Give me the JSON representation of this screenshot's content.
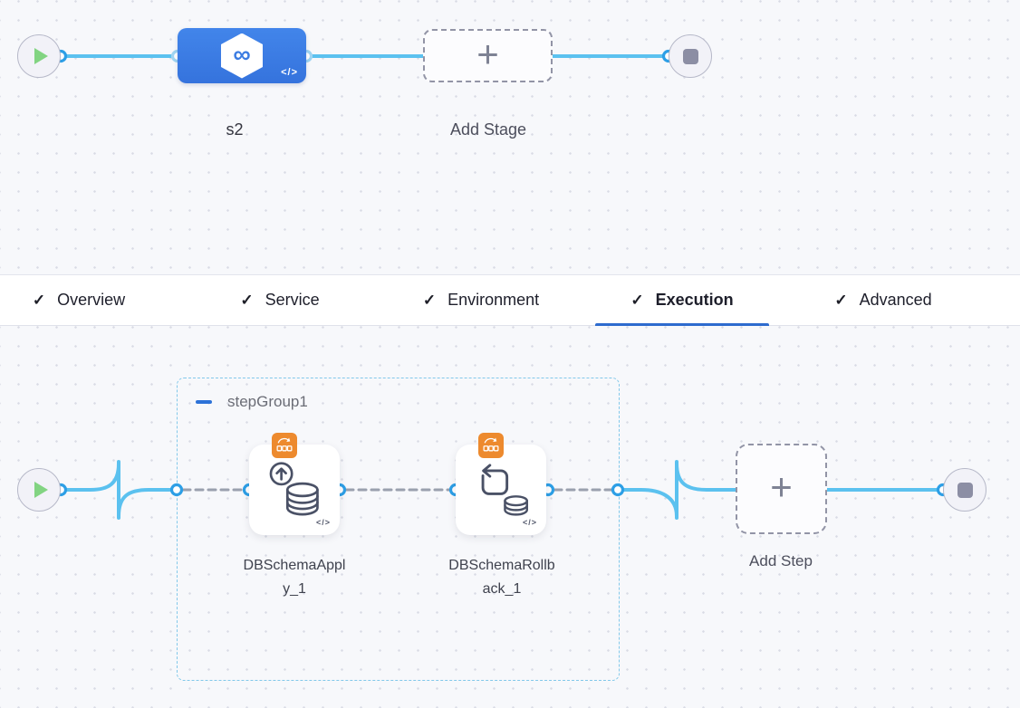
{
  "stage_pipeline": {
    "start_node": "pipeline start",
    "end_node": "pipeline end",
    "stage": {
      "name": "s2",
      "icon": "cd-hexagon-infinity",
      "code_badge": "</>"
    },
    "add_stage": {
      "label": "Add Stage"
    }
  },
  "tabs": [
    {
      "label": "Overview",
      "checked": true,
      "active": false
    },
    {
      "label": "Service",
      "checked": true,
      "active": false
    },
    {
      "label": "Environment",
      "checked": true,
      "active": false
    },
    {
      "label": "Execution",
      "checked": true,
      "active": true
    },
    {
      "label": "Advanced",
      "checked": true,
      "active": false
    }
  ],
  "execution": {
    "step_group": {
      "name": "stepGroup1",
      "collapse_icon": "minus"
    },
    "steps": [
      {
        "name": "DBSchemaApply_1",
        "label_line1": "DBSchemaAppl",
        "label_line2": "y_1",
        "icon": "db-schema-apply",
        "badge_icon": "rolling-deployment",
        "code_badge": "</>"
      },
      {
        "name": "DBSchemaRollback_1",
        "label_line1": "DBSchemaRollb",
        "label_line2": "ack_1",
        "icon": "db-schema-rollback",
        "badge_icon": "rolling-deployment",
        "code_badge": "</>"
      }
    ],
    "add_step": {
      "label": "Add Step"
    }
  },
  "icons": {
    "check": "✓",
    "plus": "+",
    "infinity": "∞"
  },
  "colors": {
    "link_blue": "#5bc1ef",
    "anchor_blue": "#2d9fe6",
    "stage_node_blue": "#3b7ce2",
    "badge_orange": "#ed8a2e",
    "tab_underline_blue": "#2d6bce",
    "step_group_border": "#82c8ea",
    "play_green": "#82d482",
    "stop_gray": "#8c8ea4"
  }
}
